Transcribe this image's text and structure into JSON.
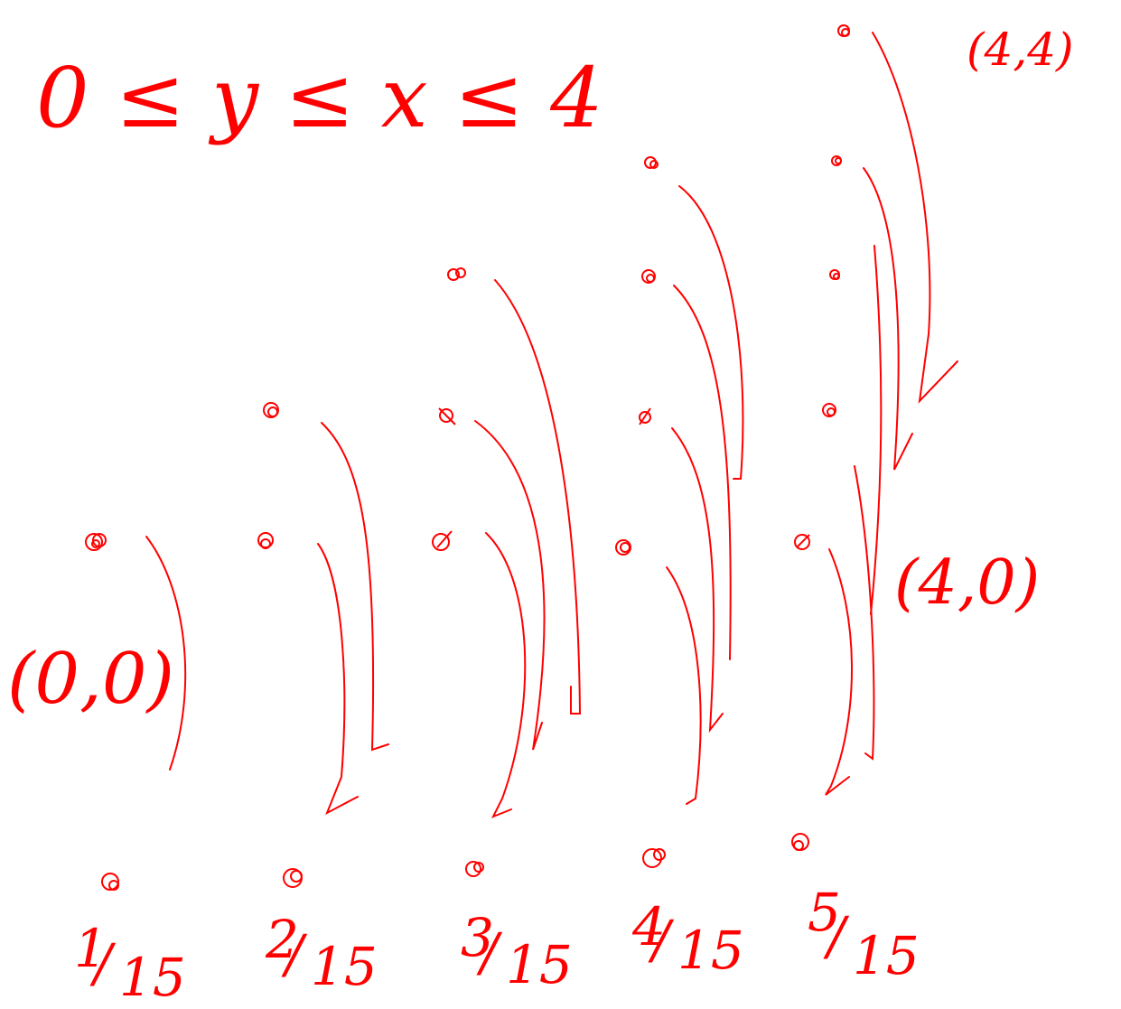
{
  "inequality": "0 ≤ y ≤ x ≤ 4",
  "corner_labels": {
    "top_right": "(4,4)",
    "bottom_right": "(4,0)",
    "bottom_left": "(0,0)"
  },
  "probability_labels": [
    {
      "numerator": "1",
      "denominator": "15"
    },
    {
      "numerator": "2",
      "denominator": "15"
    },
    {
      "numerator": "3",
      "denominator": "15"
    },
    {
      "numerator": "4",
      "denominator": "15"
    },
    {
      "numerator": "5",
      "denominator": "15"
    }
  ],
  "ink_color": "#ff0000"
}
